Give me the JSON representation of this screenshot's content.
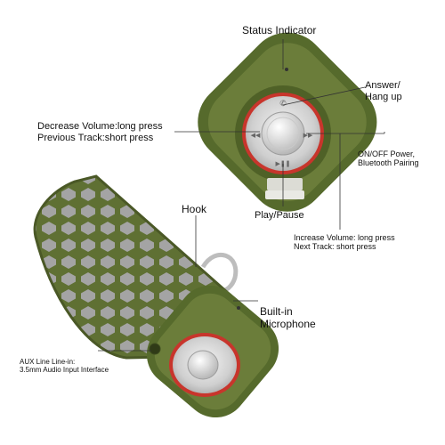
{
  "labels": {
    "status_indicator": "Status Indicator",
    "answer_hangup": [
      "Answer/",
      "Hang up"
    ],
    "decrease_volume": [
      "Decrease Volume:long press",
      "Previous Track:short press"
    ],
    "on_off": [
      "ON/OFF Power,",
      "Bluetooth Pairing"
    ],
    "play_pause": "Play/Pause",
    "hook": "Hook",
    "increase_volume": [
      "Increase Volume: long press",
      "Next Track: short press"
    ],
    "built_in_mic": [
      "Built-in",
      "Microphone"
    ],
    "aux_line": [
      "AUX Line Line-in:",
      "3.5mm Audio Input Interface"
    ]
  },
  "colors": {
    "body_green": "#5f7033",
    "body_green_dark": "#4a5826",
    "mesh_gray": "#9a9a9a",
    "ring_red": "#c8352c",
    "panel_silver": "#d9d9d9",
    "leader_line": "#333333"
  }
}
